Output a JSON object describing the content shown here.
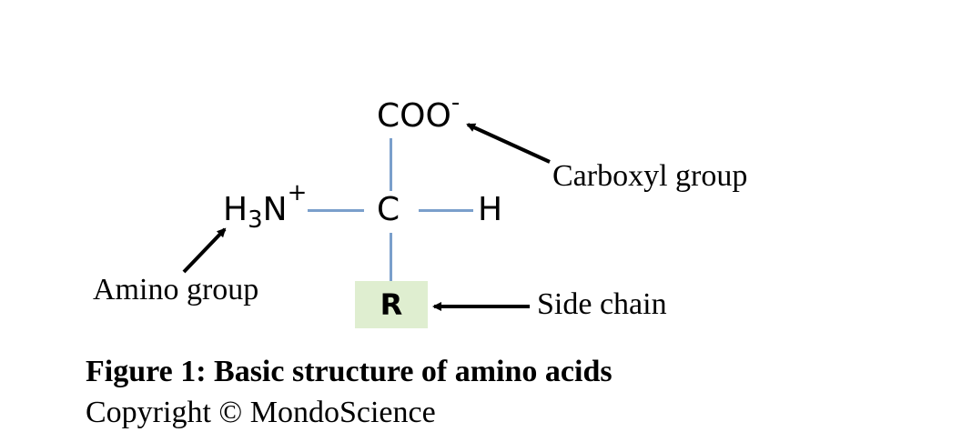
{
  "molecule": {
    "carboxyl_base": "COO",
    "carboxyl_charge": "-",
    "amino_h": "H",
    "amino_sub": "3",
    "amino_n": "N",
    "amino_charge": "+",
    "alpha_carbon": "C",
    "hydrogen": "H",
    "side_chain_symbol": "R"
  },
  "annotations": {
    "carboxyl_label": "Carboxyl group",
    "amino_label": "Amino group",
    "side_chain_label": "Side chain"
  },
  "caption": {
    "title": "Figure 1: Basic structure of amino acids",
    "copyright": "Copyright © MondoScience"
  },
  "colors": {
    "bond": "#7a9fcb",
    "side_chain_box": "#dfeed0"
  }
}
